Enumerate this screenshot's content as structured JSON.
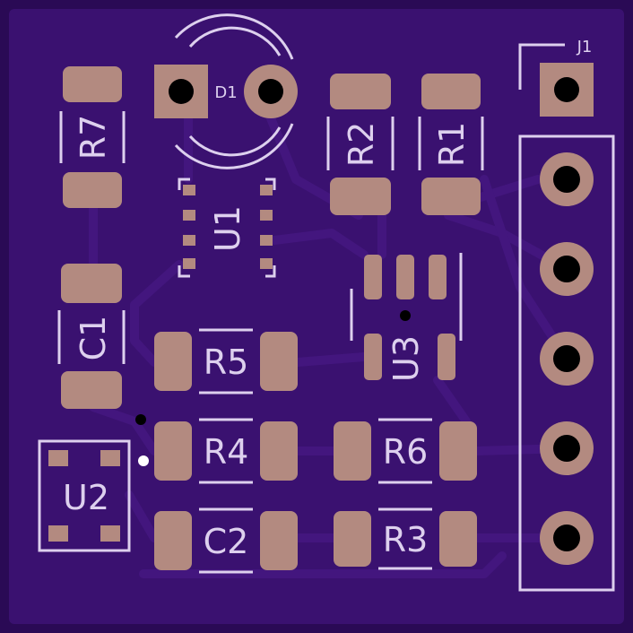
{
  "colors": {
    "substrate": "#2a0a55",
    "copper_pour": "#3a1170",
    "trace": "#43167e",
    "pad": "#b38a80",
    "silkscreen": "#ddd0ee"
  },
  "components": {
    "r7": "R7",
    "d1": "D1",
    "r2": "R2",
    "r1": "R1",
    "j1": "J1",
    "u1": "U1",
    "c1": "C1",
    "u3": "U3",
    "r5": "R5",
    "r4": "R4",
    "r6": "R6",
    "u2": "U2",
    "c2": "C2",
    "r3": "R3"
  }
}
